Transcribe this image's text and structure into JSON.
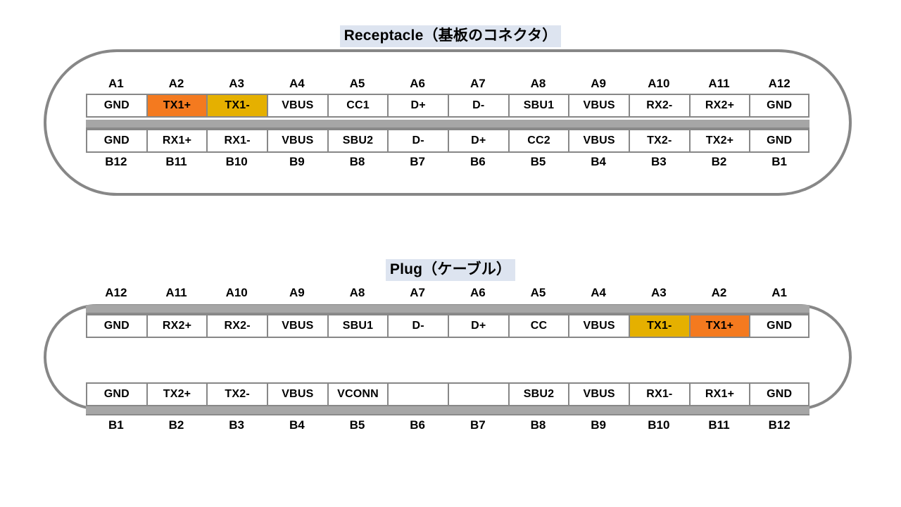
{
  "diagram": {
    "type": "usb-c-pinout",
    "colors": {
      "highlight_orange": "#f47a1f",
      "highlight_gold": "#e5b000",
      "shell_gray": "#878787",
      "bar_gray": "#a6a6a6",
      "title_highlight": "#dde4f0"
    }
  },
  "receptacle": {
    "title": "Receptacle（基板のコネクタ）",
    "row_a": {
      "pin_labels": [
        "A1",
        "A2",
        "A3",
        "A4",
        "A5",
        "A6",
        "A7",
        "A8",
        "A9",
        "A10",
        "A11",
        "A12"
      ],
      "signals": [
        "GND",
        "TX1+",
        "TX1-",
        "VBUS",
        "CC1",
        "D+",
        "D-",
        "SBU1",
        "VBUS",
        "RX2-",
        "RX2+",
        "GND"
      ],
      "highlights": [
        "",
        "orange",
        "gold",
        "",
        "",
        "",
        "",
        "",
        "",
        "",
        "",
        ""
      ]
    },
    "row_b": {
      "pin_labels": [
        "B12",
        "B11",
        "B10",
        "B9",
        "B8",
        "B7",
        "B6",
        "B5",
        "B4",
        "B3",
        "B2",
        "B1"
      ],
      "signals": [
        "GND",
        "RX1+",
        "RX1-",
        "VBUS",
        "SBU2",
        "D-",
        "D+",
        "CC2",
        "VBUS",
        "TX2-",
        "TX2+",
        "GND"
      ],
      "highlights": [
        "",
        "",
        "",
        "",
        "",
        "",
        "",
        "",
        "",
        "",
        "",
        ""
      ]
    }
  },
  "plug": {
    "title": "Plug（ケーブル）",
    "row_a": {
      "pin_labels": [
        "A12",
        "A11",
        "A10",
        "A9",
        "A8",
        "A7",
        "A6",
        "A5",
        "A4",
        "A3",
        "A2",
        "A1"
      ],
      "signals": [
        "GND",
        "RX2+",
        "RX2-",
        "VBUS",
        "SBU1",
        "D-",
        "D+",
        "CC",
        "VBUS",
        "TX1-",
        "TX1+",
        "GND"
      ],
      "highlights": [
        "",
        "",
        "",
        "",
        "",
        "",
        "",
        "",
        "",
        "gold",
        "orange",
        ""
      ]
    },
    "row_b": {
      "pin_labels": [
        "B1",
        "B2",
        "B3",
        "B4",
        "B5",
        "B6",
        "B7",
        "B8",
        "B9",
        "B10",
        "B11",
        "B12"
      ],
      "signals": [
        "GND",
        "TX2+",
        "TX2-",
        "VBUS",
        "VCONN",
        "",
        "",
        "SBU2",
        "VBUS",
        "RX1-",
        "RX1+",
        "GND"
      ],
      "highlights": [
        "",
        "",
        "",
        "",
        "",
        "",
        "",
        "",
        "",
        "",
        "",
        ""
      ]
    }
  }
}
